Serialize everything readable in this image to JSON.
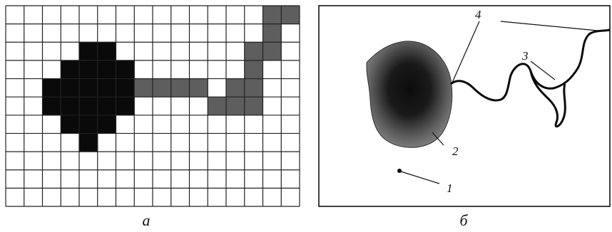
{
  "panel_a": {
    "caption": "а",
    "grid": {
      "cols": 16,
      "rows": 11
    },
    "filled_cells": [
      {
        "c": 15,
        "r": 1,
        "tone": "gray"
      },
      {
        "c": 16,
        "r": 1,
        "tone": "gray"
      },
      {
        "c": 15,
        "r": 2,
        "tone": "gray"
      },
      {
        "c": 5,
        "r": 3,
        "tone": "black"
      },
      {
        "c": 6,
        "r": 3,
        "tone": "black"
      },
      {
        "c": 14,
        "r": 3,
        "tone": "gray"
      },
      {
        "c": 15,
        "r": 3,
        "tone": "gray"
      },
      {
        "c": 4,
        "r": 4,
        "tone": "black"
      },
      {
        "c": 5,
        "r": 4,
        "tone": "black"
      },
      {
        "c": 6,
        "r": 4,
        "tone": "black"
      },
      {
        "c": 7,
        "r": 4,
        "tone": "black"
      },
      {
        "c": 14,
        "r": 4,
        "tone": "gray"
      },
      {
        "c": 3,
        "r": 5,
        "tone": "black"
      },
      {
        "c": 4,
        "r": 5,
        "tone": "black"
      },
      {
        "c": 5,
        "r": 5,
        "tone": "black"
      },
      {
        "c": 6,
        "r": 5,
        "tone": "black"
      },
      {
        "c": 7,
        "r": 5,
        "tone": "black"
      },
      {
        "c": 8,
        "r": 5,
        "tone": "gray"
      },
      {
        "c": 9,
        "r": 5,
        "tone": "gray"
      },
      {
        "c": 10,
        "r": 5,
        "tone": "gray"
      },
      {
        "c": 11,
        "r": 5,
        "tone": "gray"
      },
      {
        "c": 13,
        "r": 5,
        "tone": "gray"
      },
      {
        "c": 14,
        "r": 5,
        "tone": "gray"
      },
      {
        "c": 3,
        "r": 6,
        "tone": "black"
      },
      {
        "c": 4,
        "r": 6,
        "tone": "black"
      },
      {
        "c": 5,
        "r": 6,
        "tone": "black"
      },
      {
        "c": 6,
        "r": 6,
        "tone": "black"
      },
      {
        "c": 7,
        "r": 6,
        "tone": "black"
      },
      {
        "c": 12,
        "r": 6,
        "tone": "gray"
      },
      {
        "c": 13,
        "r": 6,
        "tone": "gray"
      },
      {
        "c": 14,
        "r": 6,
        "tone": "gray"
      },
      {
        "c": 4,
        "r": 7,
        "tone": "black"
      },
      {
        "c": 5,
        "r": 7,
        "tone": "black"
      },
      {
        "c": 6,
        "r": 7,
        "tone": "black"
      },
      {
        "c": 5,
        "r": 8,
        "tone": "black"
      }
    ]
  },
  "panel_b": {
    "caption": "б",
    "labels": [
      {
        "id": "1",
        "text": "1"
      },
      {
        "id": "2",
        "text": "2"
      },
      {
        "id": "3",
        "text": "3"
      },
      {
        "id": "4",
        "text": "4"
      }
    ]
  },
  "colors": {
    "black_cell": "#0a0a0a",
    "gray_cell": "#5e5e5e",
    "grid_line": "#222222",
    "lake_gray": "#6a6a6a",
    "lake_core": "#0c0c0c"
  }
}
